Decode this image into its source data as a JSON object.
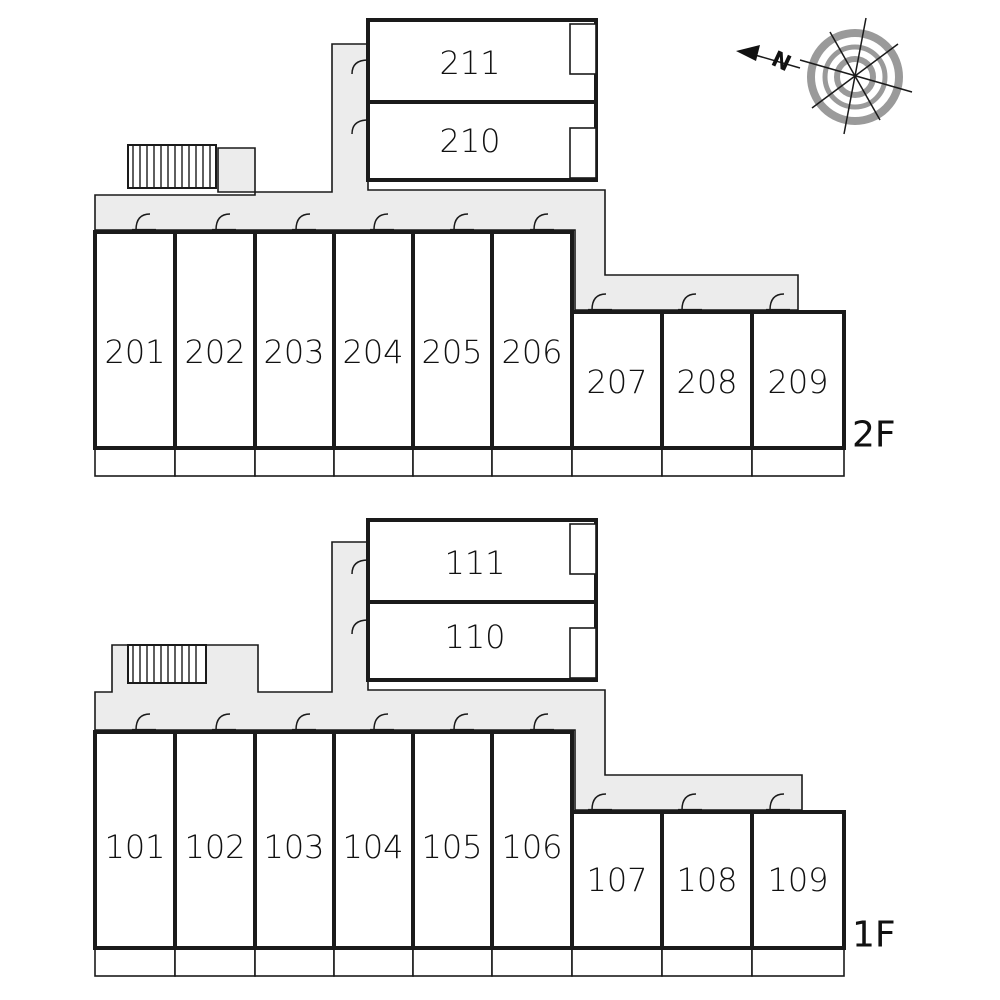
{
  "compass": {
    "north_label": "N",
    "icon": "north-arrow-compass-icon"
  },
  "floors": [
    {
      "label": "2F",
      "units": [
        {
          "id": "201",
          "label": "201"
        },
        {
          "id": "202",
          "label": "202"
        },
        {
          "id": "203",
          "label": "203"
        },
        {
          "id": "204",
          "label": "204"
        },
        {
          "id": "205",
          "label": "205"
        },
        {
          "id": "206",
          "label": "206"
        },
        {
          "id": "207",
          "label": "207"
        },
        {
          "id": "208",
          "label": "208"
        },
        {
          "id": "209",
          "label": "209"
        },
        {
          "id": "210",
          "label": "210"
        },
        {
          "id": "211",
          "label": "211"
        }
      ]
    },
    {
      "label": "1F",
      "units": [
        {
          "id": "101",
          "label": "101"
        },
        {
          "id": "102",
          "label": "102"
        },
        {
          "id": "103",
          "label": "103"
        },
        {
          "id": "104",
          "label": "104"
        },
        {
          "id": "105",
          "label": "105"
        },
        {
          "id": "106",
          "label": "106"
        },
        {
          "id": "107",
          "label": "107"
        },
        {
          "id": "108",
          "label": "108"
        },
        {
          "id": "109",
          "label": "109"
        },
        {
          "id": "110",
          "label": "110"
        },
        {
          "id": "111",
          "label": "111"
        }
      ]
    }
  ]
}
